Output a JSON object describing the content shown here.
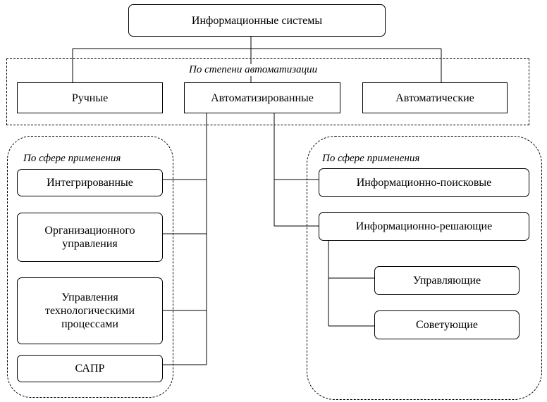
{
  "root": {
    "label": "Информационные системы"
  },
  "automation": {
    "label": "По степени автоматизации",
    "items": [
      "Ручные",
      "Автоматизированные",
      "Автоматические"
    ]
  },
  "left_group": {
    "label": "По сфере применения",
    "items": [
      [
        "Интегрированные"
      ],
      [
        "Организационного",
        "управления"
      ],
      [
        "Управления",
        "технологическими",
        "процессами"
      ],
      [
        "САПР"
      ]
    ]
  },
  "right_group": {
    "label": "По сфере применения",
    "items": [
      "Информационно-поисковые",
      "Информационно-решающие"
    ],
    "sub_items": [
      "Управляющие",
      "Советующие"
    ]
  }
}
